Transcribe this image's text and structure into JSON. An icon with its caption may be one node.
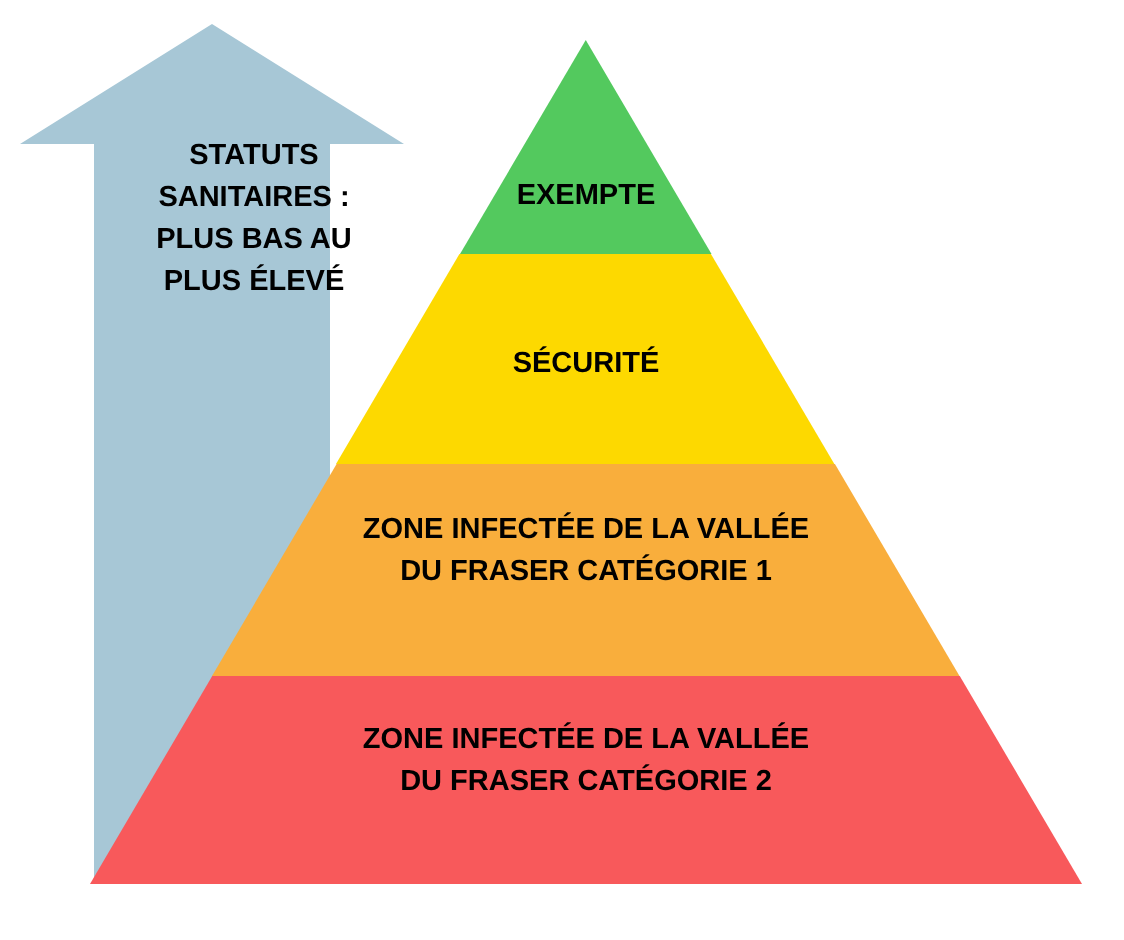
{
  "diagram": {
    "nodes": [
      {
        "text": [
          "STATUTS SANITAIRES : PLUS BAS AU PLUS ÉLEVÉ"
        ]
      },
      {
        "text": [
          "EXEMPTE"
        ]
      },
      {
        "text": [
          "SÉCURITÉ"
        ]
      },
      {
        "text": [
          "ZONE INFECTÉE DE LA VALLÉE DU FRASER CATÉGORIE 1"
        ]
      },
      {
        "text": [
          "ZONE INFECTÉE DE LA VALLÉE DU FRASER CATÉGORIE 2"
        ]
      }
    ]
  }
}
